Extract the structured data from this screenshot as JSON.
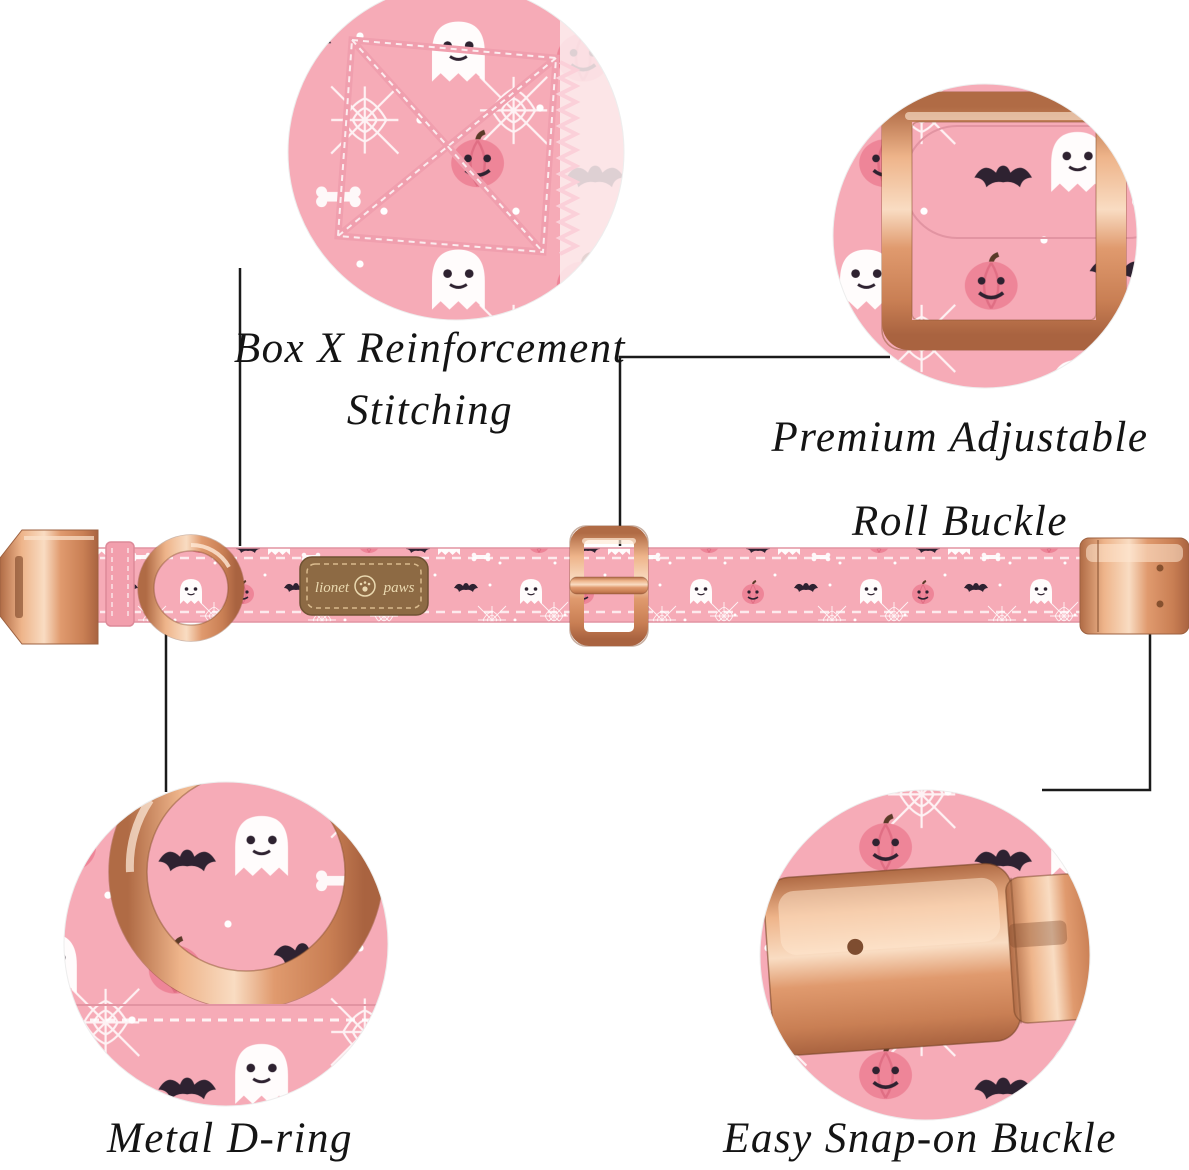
{
  "page": {
    "background": "#ffffff",
    "kind": "product-feature-diagram"
  },
  "colors": {
    "fabric_pink": "#f6abb7",
    "fabric_edge_pink": "#e294a2",
    "rose_gold": "#e29a70",
    "rose_gold_dark": "#a96340",
    "callout_line": "#1a1a1a",
    "label_text": "#141414",
    "patch_leather": "#8d6a44",
    "patch_text": "#ead9b0"
  },
  "collar": {
    "patch": {
      "left_word": "lionet",
      "right_word": "paws"
    },
    "pattern_motifs": [
      "ghost-icon",
      "pumpkin-icon",
      "bat-icon",
      "spider-web-icon",
      "bone-icon"
    ]
  },
  "callouts": {
    "stitching": {
      "line1": "Box X Reinforcement",
      "line2": "Stitching"
    },
    "roll_buckle": {
      "line1": "Premium Adjustable",
      "line2": "Roll Buckle"
    },
    "d_ring": {
      "label": "Metal D-ring"
    },
    "snap_buckle": {
      "label": "Easy Snap-on Buckle"
    }
  }
}
